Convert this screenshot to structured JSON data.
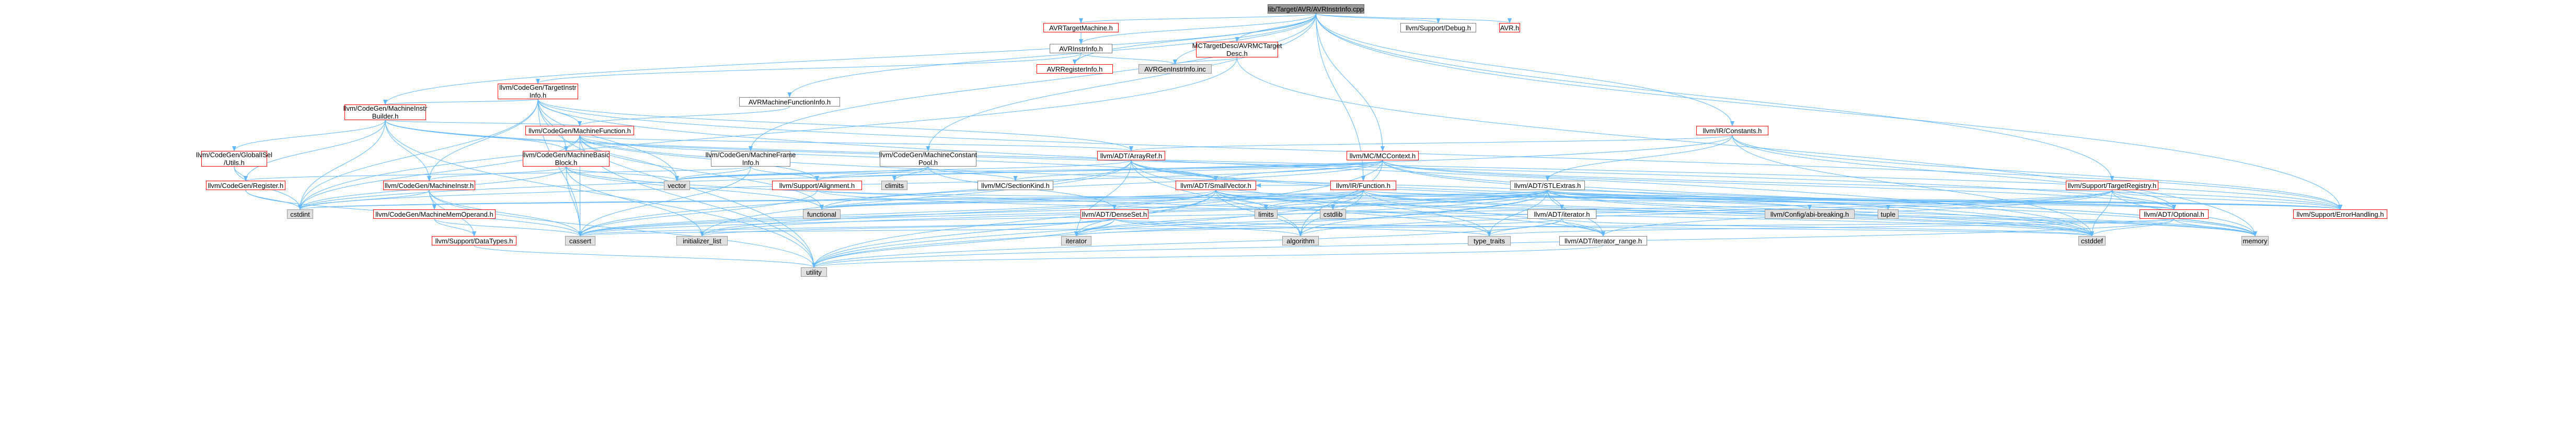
{
  "page": {
    "title": "lib/Target/AVR/AVRInstrInfo.cpp"
  },
  "colors": {
    "edge": "#63b8ff",
    "border_default": "#7f7f7f",
    "border_truncated": "#ff0000",
    "root_fill": "#999999",
    "system_fill": "#e0e0e0"
  },
  "nodes": [
    {
      "id": "root",
      "label": "lib/Target/AVR/AVRInstrInfo.cpp",
      "kind": "root"
    },
    {
      "id": "avrtm",
      "label": "AVRTargetMachine.h",
      "kind": "red"
    },
    {
      "id": "avrii_h",
      "label": "AVRInstrInfo.h",
      "kind": "normal"
    },
    {
      "id": "debug",
      "label": "llvm/Support/Debug.h",
      "kind": "normal"
    },
    {
      "id": "avr_h",
      "label": "AVR.h",
      "kind": "red"
    },
    {
      "id": "mctd",
      "label": "MCTargetDesc/AVRMCTarget\nDesc.h",
      "kind": "red"
    },
    {
      "id": "avrreg",
      "label": "AVRRegisterInfo.h",
      "kind": "red"
    },
    {
      "id": "avrgen",
      "label": "AVRGenInstrInfo.inc",
      "kind": "sys"
    },
    {
      "id": "tii",
      "label": "llvm/CodeGen/TargetInstr\nInfo.h",
      "kind": "red"
    },
    {
      "id": "mfi_avr",
      "label": "AVRMachineFunctionInfo.h",
      "kind": "normal"
    },
    {
      "id": "mib",
      "label": "llvm/CodeGen/MachineInstr\nBuilder.h",
      "kind": "red"
    },
    {
      "id": "mf",
      "label": "llvm/CodeGen/MachineFunction.h",
      "kind": "red"
    },
    {
      "id": "consts",
      "label": "llvm/IR/Constants.h",
      "kind": "red"
    },
    {
      "id": "gisel",
      "label": "llvm/CodeGen/GlobalISel\n/Utils.h",
      "kind": "red"
    },
    {
      "id": "mbb",
      "label": "llvm/CodeGen/MachineBasic\nBlock.h",
      "kind": "red"
    },
    {
      "id": "mframe",
      "label": "llvm/CodeGen/MachineFrame\nInfo.h",
      "kind": "normal"
    },
    {
      "id": "mcpool",
      "label": "llvm/CodeGen/MachineConstant\nPool.h",
      "kind": "normal"
    },
    {
      "id": "arrayref",
      "label": "llvm/ADT/ArrayRef.h",
      "kind": "red"
    },
    {
      "id": "mccontext",
      "label": "llvm/MC/MCContext.h",
      "kind": "red"
    },
    {
      "id": "register",
      "label": "llvm/CodeGen/Register.h",
      "kind": "red"
    },
    {
      "id": "minstr",
      "label": "llvm/CodeGen/MachineInstr.h",
      "kind": "red"
    },
    {
      "id": "align",
      "label": "llvm/Support/Alignment.h",
      "kind": "red"
    },
    {
      "id": "sectkind",
      "label": "llvm/MC/SectionKind.h",
      "kind": "normal"
    },
    {
      "id": "climits",
      "label": "climits",
      "kind": "sys"
    },
    {
      "id": "smallvec",
      "label": "llvm/ADT/SmallVector.h",
      "kind": "red"
    },
    {
      "id": "irfunc",
      "label": "llvm/IR/Function.h",
      "kind": "red"
    },
    {
      "id": "stlextras",
      "label": "llvm/ADT/STLExtras.h",
      "kind": "normal"
    },
    {
      "id": "treg",
      "label": "llvm/Support/TargetRegistry.h",
      "kind": "red"
    },
    {
      "id": "vector",
      "label": "vector",
      "kind": "sys"
    },
    {
      "id": "mop",
      "label": "llvm/CodeGen/MachineMemOperand.h",
      "kind": "red"
    },
    {
      "id": "functional",
      "label": "functional",
      "kind": "sys"
    },
    {
      "id": "cstdint",
      "label": "cstdint",
      "kind": "sys"
    },
    {
      "id": "datatypes",
      "label": "llvm/Support/DataTypes.h",
      "kind": "red"
    },
    {
      "id": "cassert",
      "label": "cassert",
      "kind": "sys"
    },
    {
      "id": "denseset",
      "label": "llvm/ADT/DenseSet.h",
      "kind": "red"
    },
    {
      "id": "limits",
      "label": "limits",
      "kind": "sys"
    },
    {
      "id": "cstdlib",
      "label": "cstdlib",
      "kind": "sys"
    },
    {
      "id": "adtiter",
      "label": "llvm/ADT/iterator.h",
      "kind": "normal"
    },
    {
      "id": "cfgbreak",
      "label": "llvm/Config/abi-breaking.h",
      "kind": "sys"
    },
    {
      "id": "tuple",
      "label": "tuple",
      "kind": "sys"
    },
    {
      "id": "optional",
      "label": "llvm/ADT/Optional.h",
      "kind": "red"
    },
    {
      "id": "errh",
      "label": "llvm/Support/ErrorHandling.h",
      "kind": "red"
    },
    {
      "id": "initlist",
      "label": "initializer_list",
      "kind": "sys"
    },
    {
      "id": "iterator",
      "label": "iterator",
      "kind": "sys"
    },
    {
      "id": "algorithm",
      "label": "algorithm",
      "kind": "sys"
    },
    {
      "id": "typetraits",
      "label": "type_traits",
      "kind": "sys"
    },
    {
      "id": "iterrange",
      "label": "llvm/ADT/iterator_range.h",
      "kind": "normal"
    },
    {
      "id": "cstddef",
      "label": "cstddef",
      "kind": "sys"
    },
    {
      "id": "memory",
      "label": "memory",
      "kind": "sys"
    },
    {
      "id": "utility",
      "label": "utility",
      "kind": "sys"
    }
  ],
  "edges": [
    [
      "root",
      "avrtm"
    ],
    [
      "root",
      "avrii_h"
    ],
    [
      "root",
      "debug"
    ],
    [
      "root",
      "avr_h"
    ],
    [
      "root",
      "mctd"
    ],
    [
      "root",
      "avrreg"
    ],
    [
      "root",
      "avrgen"
    ],
    [
      "root",
      "mib"
    ],
    [
      "root",
      "mfi_avr"
    ],
    [
      "root",
      "mframe"
    ],
    [
      "root",
      "mcpool"
    ],
    [
      "root",
      "mccontext"
    ],
    [
      "root",
      "consts"
    ],
    [
      "root",
      "irfunc"
    ],
    [
      "root",
      "treg"
    ],
    [
      "root",
      "errh"
    ],
    [
      "avrtm",
      "avrii_h"
    ],
    [
      "avrii_h",
      "tii"
    ],
    [
      "avrii_h",
      "avrreg"
    ],
    [
      "avrii_h",
      "avrgen"
    ],
    [
      "mctd",
      "avrgen"
    ],
    [
      "mctd",
      "cstdint"
    ],
    [
      "mctd",
      "memory"
    ],
    [
      "tii",
      "mib"
    ],
    [
      "tii",
      "mf"
    ],
    [
      "tii",
      "arrayref"
    ],
    [
      "tii",
      "minstr"
    ],
    [
      "tii",
      "vector"
    ],
    [
      "tii",
      "cstddef"
    ],
    [
      "tii",
      "cstdint"
    ],
    [
      "tii",
      "utility"
    ],
    [
      "tii",
      "errh"
    ],
    [
      "tii",
      "cassert"
    ],
    [
      "tii",
      "mbb"
    ],
    [
      "mfi_avr",
      "mf"
    ],
    [
      "mib",
      "mf"
    ],
    [
      "mib",
      "gisel"
    ],
    [
      "mib",
      "mbb"
    ],
    [
      "mib",
      "minstr"
    ],
    [
      "mib",
      "register"
    ],
    [
      "mib",
      "errh"
    ],
    [
      "mib",
      "cstdint"
    ],
    [
      "mib",
      "utility"
    ],
    [
      "mib",
      "optional"
    ],
    [
      "mf",
      "arrayref"
    ],
    [
      "mf",
      "mbb"
    ],
    [
      "mf",
      "align"
    ],
    [
      "mf",
      "vector"
    ],
    [
      "mf",
      "memory"
    ],
    [
      "mf",
      "cassert"
    ],
    [
      "mf",
      "cstdint"
    ],
    [
      "mf",
      "utility"
    ],
    [
      "mf",
      "smallvec"
    ],
    [
      "mf",
      "functional"
    ],
    [
      "consts",
      "arrayref"
    ],
    [
      "consts",
      "stlextras"
    ],
    [
      "consts",
      "optional"
    ],
    [
      "consts",
      "errh"
    ],
    [
      "consts",
      "cstddef"
    ],
    [
      "consts",
      "cstdint"
    ],
    [
      "gisel",
      "register"
    ],
    [
      "gisel",
      "cstdint"
    ],
    [
      "mbb",
      "minstr"
    ],
    [
      "mbb",
      "vector"
    ],
    [
      "mbb",
      "cassert"
    ],
    [
      "mbb",
      "functional"
    ],
    [
      "mbb",
      "iterrange"
    ],
    [
      "mbb",
      "cstdint"
    ],
    [
      "mbb",
      "initlist"
    ],
    [
      "mframe",
      "register"
    ],
    [
      "mframe",
      "align"
    ],
    [
      "mframe",
      "vector"
    ],
    [
      "mframe",
      "cassert"
    ],
    [
      "mcpool",
      "align"
    ],
    [
      "mcpool",
      "sectkind"
    ],
    [
      "mcpool",
      "climits"
    ],
    [
      "mcpool",
      "vector"
    ],
    [
      "mcpool",
      "denseset"
    ],
    [
      "arrayref",
      "smallvec"
    ],
    [
      "arrayref",
      "cassert"
    ],
    [
      "arrayref",
      "vector"
    ],
    [
      "arrayref",
      "iterator"
    ],
    [
      "arrayref",
      "algorithm"
    ],
    [
      "arrayref",
      "cstddef"
    ],
    [
      "arrayref",
      "memory"
    ],
    [
      "arrayref",
      "initlist"
    ],
    [
      "arrayref",
      "typetraits"
    ],
    [
      "mccontext",
      "smallvec"
    ],
    [
      "mccontext",
      "align"
    ],
    [
      "mccontext",
      "sectkind"
    ],
    [
      "mccontext",
      "vector"
    ],
    [
      "mccontext",
      "cstddef"
    ],
    [
      "mccontext",
      "cstdint"
    ],
    [
      "mccontext",
      "memory"
    ],
    [
      "mccontext",
      "utility"
    ],
    [
      "mccontext",
      "functional"
    ],
    [
      "mccontext",
      "errh"
    ],
    [
      "mccontext",
      "optional"
    ],
    [
      "mccontext",
      "algorithm"
    ],
    [
      "register",
      "cassert"
    ],
    [
      "register",
      "cstdint"
    ],
    [
      "minstr",
      "mop"
    ],
    [
      "minstr",
      "cstdint"
    ],
    [
      "minstr",
      "cassert"
    ],
    [
      "minstr",
      "utility"
    ],
    [
      "minstr",
      "datatypes"
    ],
    [
      "align",
      "cassert"
    ],
    [
      "align",
      "cstddef"
    ],
    [
      "align",
      "optional"
    ],
    [
      "smallvec",
      "cassert"
    ],
    [
      "smallvec",
      "cstddef"
    ],
    [
      "smallvec",
      "cstdlib"
    ],
    [
      "smallvec",
      "limits"
    ],
    [
      "smallvec",
      "algorithm"
    ],
    [
      "smallvec",
      "functional"
    ],
    [
      "smallvec",
      "initlist"
    ],
    [
      "smallvec",
      "iterator"
    ],
    [
      "smallvec",
      "memory"
    ],
    [
      "smallvec",
      "typetraits"
    ],
    [
      "smallvec",
      "utility"
    ],
    [
      "smallvec",
      "errh"
    ],
    [
      "irfunc",
      "smallvec"
    ],
    [
      "irfunc",
      "iterrange"
    ],
    [
      "irfunc",
      "denseset"
    ],
    [
      "irfunc",
      "cassert"
    ],
    [
      "irfunc",
      "cstddef"
    ],
    [
      "irfunc",
      "cstdint"
    ],
    [
      "irfunc",
      "memory"
    ],
    [
      "irfunc",
      "optional"
    ],
    [
      "irfunc",
      "errh"
    ],
    [
      "irfunc",
      "utility"
    ],
    [
      "irfunc",
      "functional"
    ],
    [
      "irfunc",
      "limits"
    ],
    [
      "irfunc",
      "algorithm"
    ],
    [
      "stlextras",
      "adtiter"
    ],
    [
      "stlextras",
      "iterrange"
    ],
    [
      "stlextras",
      "cfgbreak"
    ],
    [
      "stlextras",
      "errh"
    ],
    [
      "stlextras",
      "optional"
    ],
    [
      "stlextras",
      "algorithm"
    ],
    [
      "stlextras",
      "cassert"
    ],
    [
      "stlextras",
      "cstddef"
    ],
    [
      "stlextras",
      "cstdint"
    ],
    [
      "stlextras",
      "cstdlib"
    ],
    [
      "stlextras",
      "functional"
    ],
    [
      "stlextras",
      "initlist"
    ],
    [
      "stlextras",
      "iterator"
    ],
    [
      "stlextras",
      "limits"
    ],
    [
      "stlextras",
      "memory"
    ],
    [
      "stlextras",
      "tuple"
    ],
    [
      "stlextras",
      "typetraits"
    ],
    [
      "stlextras",
      "utility"
    ],
    [
      "treg",
      "optional"
    ],
    [
      "treg",
      "errh"
    ],
    [
      "treg",
      "iterrange"
    ],
    [
      "treg",
      "cassert"
    ],
    [
      "treg",
      "cstddef"
    ],
    [
      "treg",
      "iterator"
    ],
    [
      "treg",
      "memory"
    ],
    [
      "treg",
      "algorithm"
    ],
    [
      "mop",
      "datatypes"
    ],
    [
      "mop",
      "cassert"
    ],
    [
      "denseset",
      "cstddef"
    ],
    [
      "denseset",
      "iterator"
    ],
    [
      "denseset",
      "initlist"
    ],
    [
      "denseset",
      "typetraits"
    ],
    [
      "denseset",
      "utility"
    ],
    [
      "denseset",
      "cassert"
    ],
    [
      "denseset",
      "algorithm"
    ],
    [
      "adtiter",
      "iterrange"
    ],
    [
      "adtiter",
      "cstddef"
    ],
    [
      "adtiter",
      "iterator"
    ],
    [
      "adtiter",
      "typetraits"
    ],
    [
      "adtiter",
      "utility"
    ],
    [
      "iterrange",
      "utility"
    ],
    [
      "optional",
      "cassert"
    ],
    [
      "optional",
      "cstddef"
    ],
    [
      "optional",
      "memory"
    ],
    [
      "optional",
      "utility"
    ],
    [
      "optional",
      "typetraits"
    ],
    [
      "datatypes",
      "utility"
    ]
  ]
}
